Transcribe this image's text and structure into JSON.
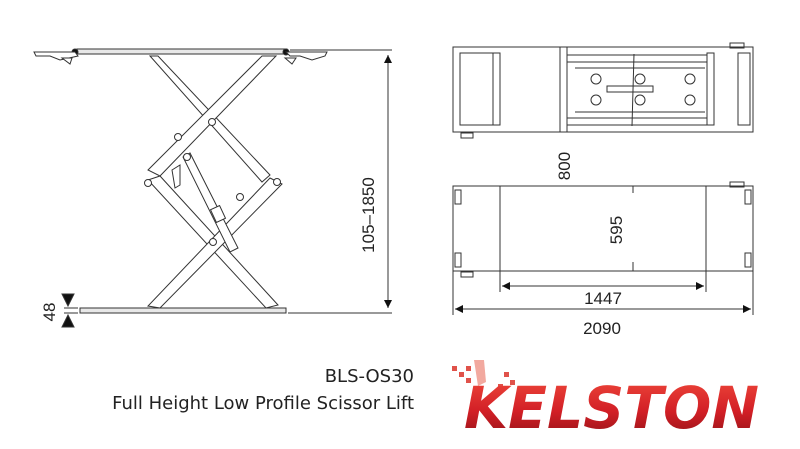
{
  "product": {
    "model": "BLS-OS30",
    "title": "Full Height Low Profile Scissor Lift"
  },
  "brand": {
    "name": "KELSTON",
    "primary_color": "#d21f26",
    "dark_color": "#8e1116"
  },
  "side_view": {
    "height_range_label": "105–1850",
    "min_profile_label": "48"
  },
  "top_view": {
    "width_label": "800"
  },
  "plan_view": {
    "inner_width_label": "595",
    "inner_length_label": "1447",
    "overall_length_label": "2090"
  },
  "colors": {
    "line": "#333333",
    "text": "#222222"
  }
}
